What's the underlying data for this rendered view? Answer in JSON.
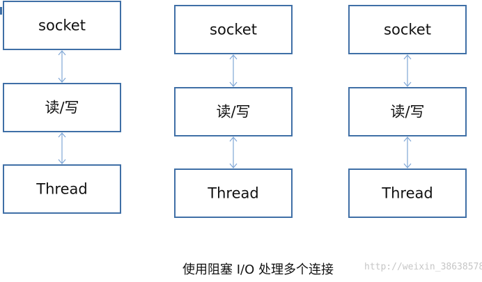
{
  "diagram": {
    "columns": [
      {
        "boxes": [
          {
            "label": "socket"
          },
          {
            "label": "读/写"
          },
          {
            "label": "Thread"
          }
        ]
      },
      {
        "boxes": [
          {
            "label": "socket"
          },
          {
            "label": "读/写"
          },
          {
            "label": "Thread"
          }
        ]
      },
      {
        "boxes": [
          {
            "label": "socket"
          },
          {
            "label": "读/写"
          },
          {
            "label": "Thread"
          }
        ]
      }
    ],
    "caption": "使用阻塞 I/O 处理多个连接",
    "watermark": "http://weixin_38638578",
    "colors": {
      "box_border": "#3f6fa6",
      "arrow": "#7ea6d6",
      "text": "#111111",
      "watermark": "#c6c6c6"
    }
  }
}
